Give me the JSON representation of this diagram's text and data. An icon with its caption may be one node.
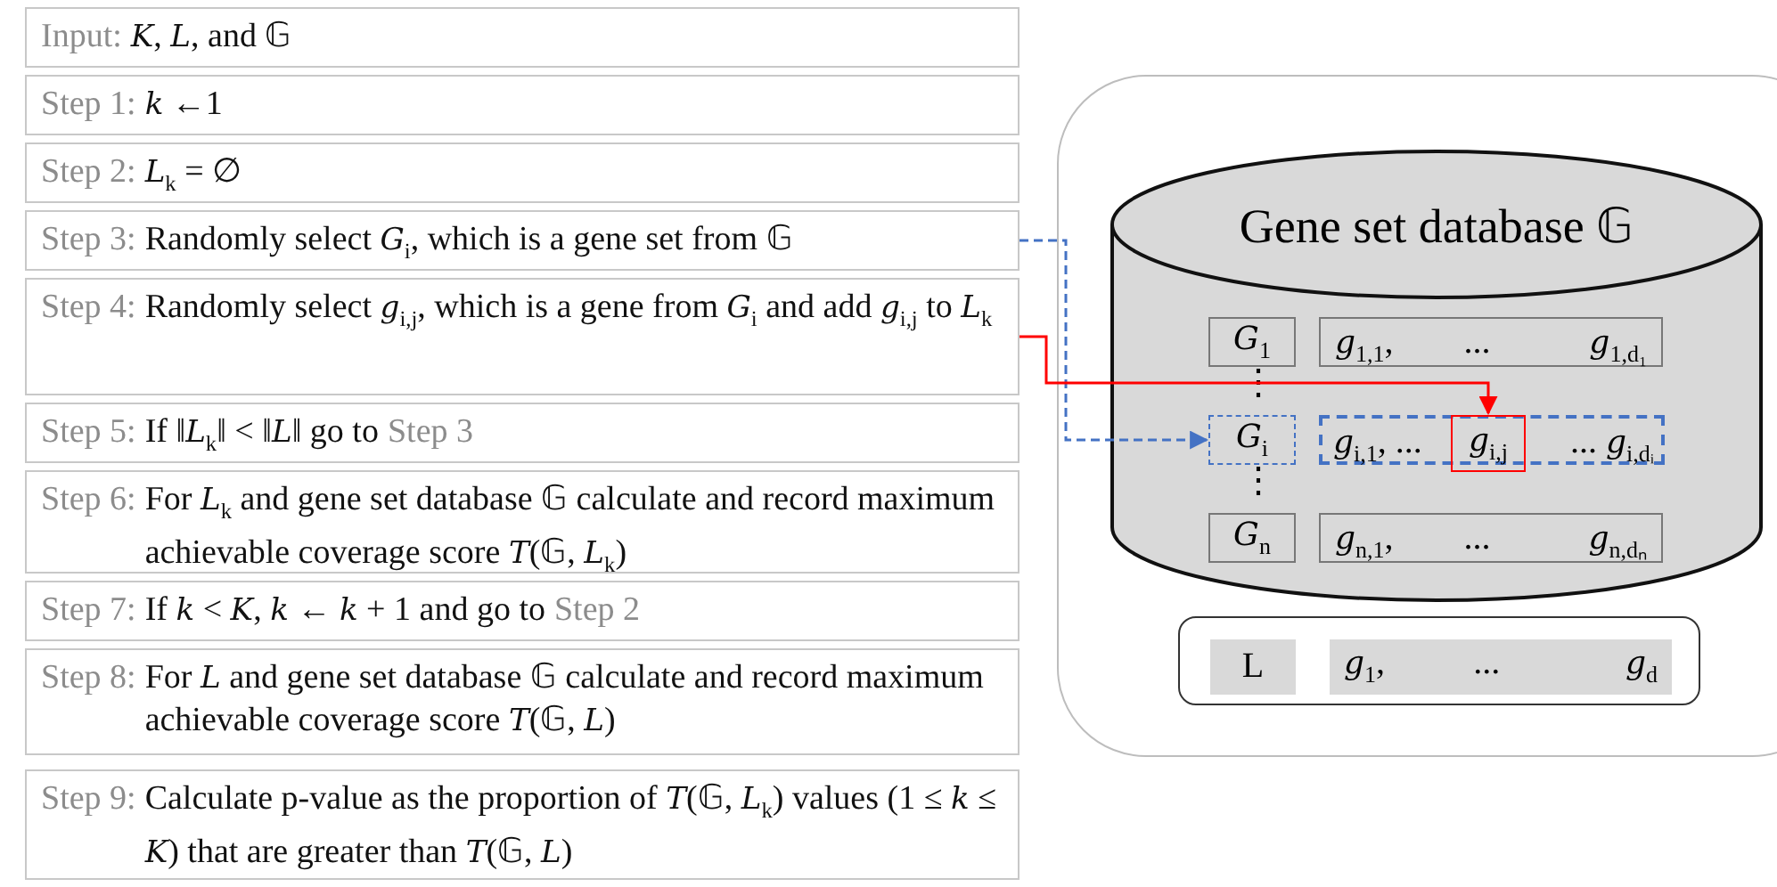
{
  "diagram": {
    "nodes": [
      {
        "text": [
          "Input:",
          "*K*, *L*, and 𝔾"
        ]
      },
      {
        "text": [
          "Step 1:",
          "*k* ←1"
        ]
      },
      {
        "text": [
          "Step 2:",
          "*L*$_{k}$ = ∅"
        ]
      },
      {
        "text": [
          "Step 3:",
          "Randomly select *G*$_{i}$, which is a gene set from 𝔾"
        ]
      },
      {
        "text": [
          "Step 4:",
          "Randomly select *g*$_{i,j}$, which is a gene from *G*$_{i}$ and add *g*$_{i,j}$ to *L*$_{k}$"
        ]
      },
      {
        "text": [
          "Step 5:",
          "If ‖*L*$_{k}$‖ < ‖*L*‖ go to",
          "Step 3"
        ]
      },
      {
        "text": [
          "Step 6:",
          "For *L*$_{k}$ and gene set database 𝔾 calculate and record maximum achievable coverage score *T*(𝔾, *L*$_{k}$)"
        ]
      },
      {
        "text": [
          "Step 7:",
          "If *k* < *K*, *k* ← *k* + 1 and go to",
          "Step 2"
        ]
      },
      {
        "text": [
          "Step 8:",
          "For *L* and gene set database 𝔾 calculate and record maximum achievable coverage score *T*(𝔾, *L*)"
        ]
      },
      {
        "text": [
          "Step 9:",
          "Calculate p-value as the proportion of *T*(𝔾, *L*$_{k}$) values (1 ≤ *k* ≤ *K*) that are greater than *T*(𝔾, *L*)"
        ]
      },
      {
        "text": [],
        "shape": "box"
      },
      {
        "text": [
          "Gene set database 𝔾"
        ],
        "in": 10
      },
      {
        "text": [
          "*G*$_{1}$"
        ],
        "in": 11
      },
      {
        "text": [
          "*g*$_{1,1}$,",
          "...",
          "*g*$_{1,d₁}$"
        ],
        "in": 11
      },
      {
        "text": [
          "*G*$_{i}$"
        ],
        "in": 11
      },
      {
        "text": [
          "*g*$_{i,1}$, ...",
          "... *g*$_{i,dᵢ}$"
        ],
        "in": 11
      },
      {
        "text": [
          "*g*$_{i,j}$"
        ],
        "in": 15
      },
      {
        "text": [
          "*G*$_{n}$"
        ],
        "in": 11
      },
      {
        "text": [
          "*g*$_{n,1}$,",
          "...",
          "*g*$_{n,dₙ}$"
        ],
        "in": 11
      },
      {
        "text": [],
        "shape": "box",
        "in": 10
      },
      {
        "text": [
          "L"
        ],
        "in": 19
      },
      {
        "text": [
          "*g*$_{1}$,",
          "...",
          "*g*$_{d}$"
        ],
        "in": 19
      }
    ],
    "edges": [
      {
        "from": 3,
        "to": 14,
        "arrow": "to",
        "style": "dashed",
        "color": "#4472c4"
      },
      {
        "from": 4,
        "to": 16,
        "arrow": "to",
        "color": "#ff0000"
      }
    ],
    "labels": [
      "⋮",
      "⋮"
    ]
  }
}
